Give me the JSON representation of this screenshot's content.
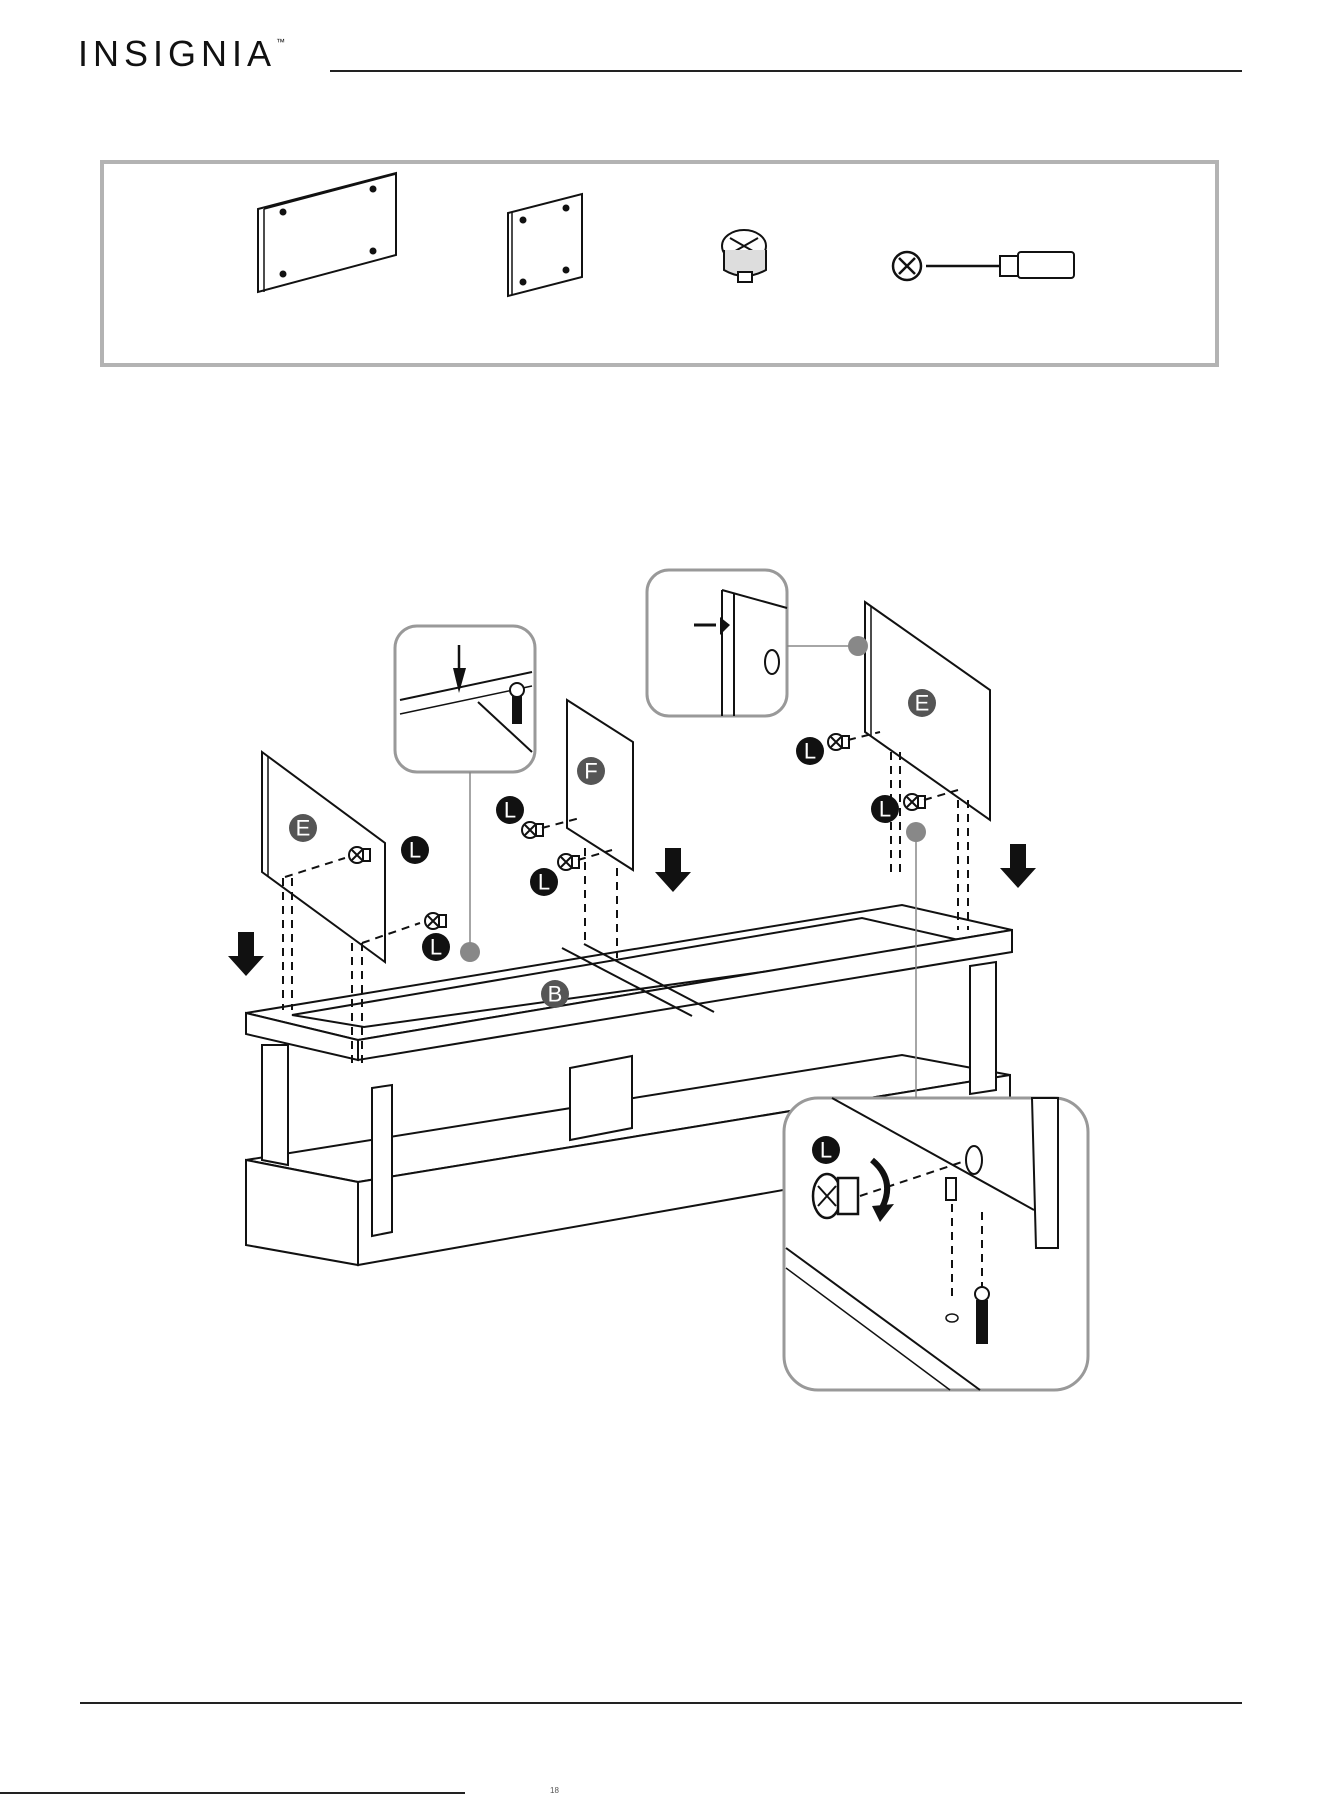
{
  "header": {
    "brand": "INSIGNIA",
    "trademark": "™"
  },
  "parts": [
    {
      "icon": "large-panel-icon"
    },
    {
      "icon": "small-panel-icon"
    },
    {
      "icon": "cam-lock-icon"
    },
    {
      "icon": "phillips-screwdriver-icon"
    }
  ],
  "labels": {
    "panel_e": "E",
    "panel_f": "F",
    "base_b": "B",
    "cam_lock": "L"
  },
  "footer": {
    "page_number": "18"
  }
}
